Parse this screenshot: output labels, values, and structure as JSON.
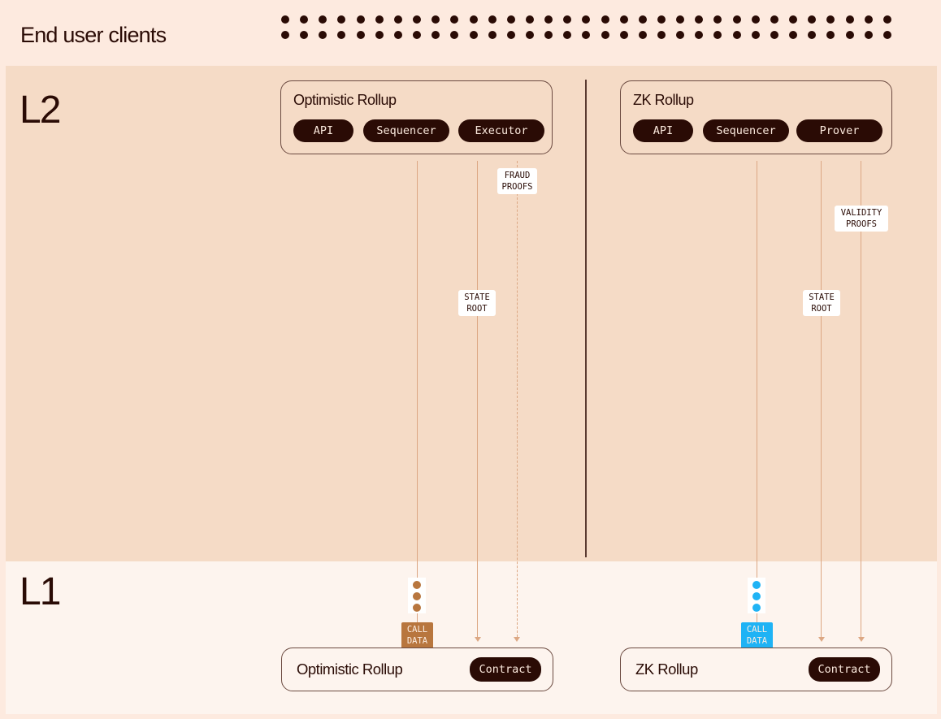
{
  "header": {
    "title": "End user clients",
    "client_dots": {
      "rows": 2,
      "per_row": 33,
      "color": "#2a0b05"
    }
  },
  "layers": {
    "l2": {
      "label": "L2",
      "background": "#f5dbc6"
    },
    "l1": {
      "label": "L1",
      "background": "#fdf4ee"
    }
  },
  "l2_rollups": [
    {
      "title": "Optimistic Rollup",
      "components": [
        {
          "label": "API"
        },
        {
          "label": "Sequencer"
        },
        {
          "label": "Executor"
        }
      ]
    },
    {
      "title": "ZK Rollup",
      "components": [
        {
          "label": "API"
        },
        {
          "label": "Sequencer"
        },
        {
          "label": "Prover"
        }
      ]
    }
  ],
  "flows": {
    "optimistic": {
      "state_root": "STATE\nROOT",
      "proofs": "FRAUD\nPROOFS",
      "proofs_line_style": "dashed",
      "call_data": "CALL\nDATA",
      "call_data_color": "#b8763e"
    },
    "zk": {
      "state_root": "STATE\nROOT",
      "proofs": "VALIDITY\nPROOFS",
      "proofs_line_style": "solid",
      "call_data": "CALL\nDATA",
      "call_data_color": "#1fb3f5"
    }
  },
  "l1_contracts": [
    {
      "title": "Optimistic Rollup",
      "contract_label": "Contract"
    },
    {
      "title": "ZK Rollup",
      "contract_label": "Contract"
    }
  ],
  "colors": {
    "background": "#fdeadf",
    "ink": "#2a0b05",
    "line": "#dca783"
  }
}
